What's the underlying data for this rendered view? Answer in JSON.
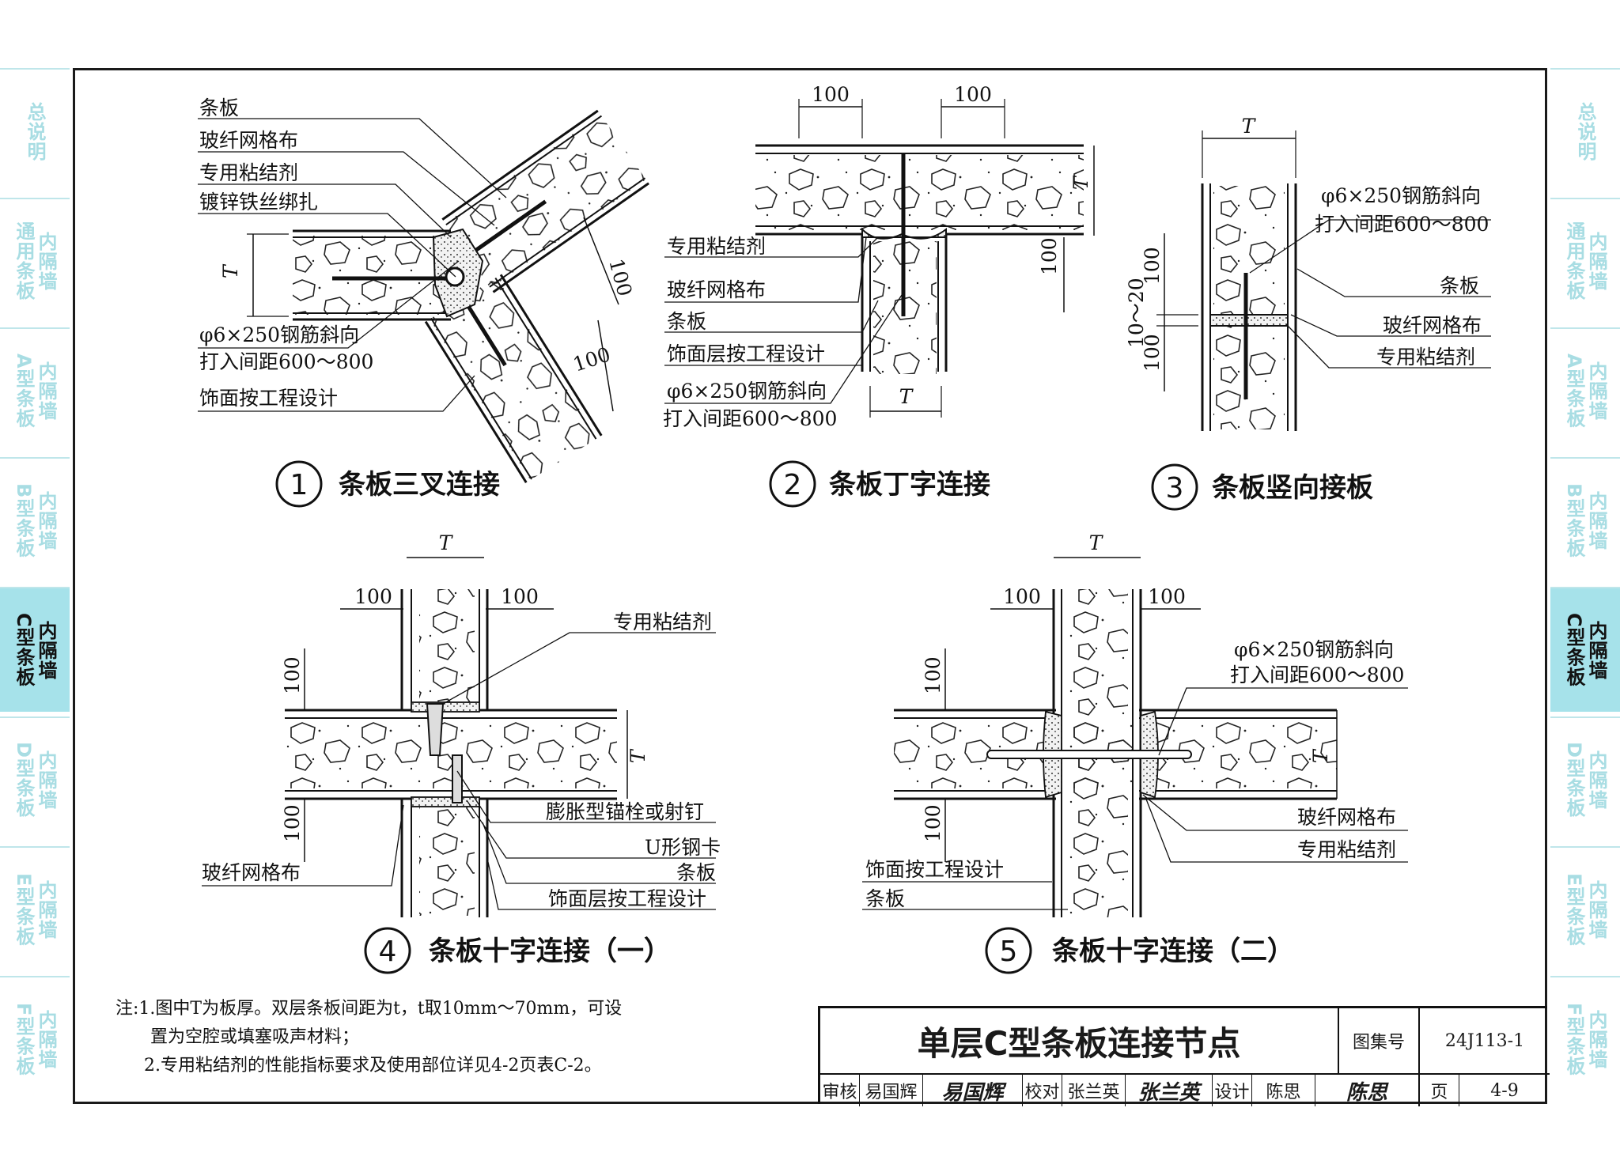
{
  "side_tabs_left": [
    {
      "label": "总说明",
      "active": false
    },
    {
      "label": "通用条板",
      "sub": "内隔墙",
      "active": false
    },
    {
      "label": "A型条板",
      "sub": "内隔墙",
      "active": false
    },
    {
      "label": "B型条板",
      "sub": "内隔墙",
      "active": false
    },
    {
      "label": "C型条板",
      "sub": "内隔墙",
      "active": true
    },
    {
      "label": "D型条板",
      "sub": "内隔墙",
      "active": false
    },
    {
      "label": "E型条板",
      "sub": "内隔墙",
      "active": false
    },
    {
      "label": "F型条板",
      "sub": "内隔墙",
      "active": false
    }
  ],
  "details": [
    {
      "num": "1",
      "title": "条板三叉连接",
      "labels": [
        "条板",
        "玻纤网格布",
        "专用粘结剂",
        "镀锌铁丝绑扎",
        "φ6×250钢筋斜向",
        "打入间距600～800",
        "饰面按工程设计"
      ],
      "dims": [
        "T",
        "100",
        "100"
      ]
    },
    {
      "num": "2",
      "title": "条板丁字连接",
      "labels": [
        "专用粘结剂",
        "玻纤网格布",
        "条板",
        "饰面层按工程设计",
        "φ6×250钢筋斜向",
        "打入间距600～800"
      ],
      "dims": [
        "100",
        "100",
        "T",
        "100",
        "T"
      ]
    },
    {
      "num": "3",
      "title": "条板竖向接板",
      "labels": [
        "φ6×250钢筋斜向",
        "打入间距600～800",
        "条板",
        "玻纤网格布",
        "专用粘结剂"
      ],
      "dims": [
        "T",
        "100",
        "10～20",
        "100"
      ]
    },
    {
      "num": "4",
      "title": "条板十字连接（一）",
      "labels": [
        "专用粘结剂",
        "膨胀型锚栓或射钉",
        "U形钢卡",
        "条板",
        "饰面层按工程设计",
        "玻纤网格布"
      ],
      "dims": [
        "T",
        "100",
        "100",
        "100",
        "T",
        "100"
      ]
    },
    {
      "num": "5",
      "title": "条板十字连接（二）",
      "labels": [
        "φ6×250钢筋斜向",
        "打入间距600～800",
        "玻纤网格布",
        "专用粘结剂",
        "饰面按工程设计",
        "条板"
      ],
      "dims": [
        "T",
        "100",
        "100",
        "100",
        "T",
        "100"
      ]
    }
  ],
  "notes": [
    "注:1.图中T为板厚。双层条板间距为t，t取10mm～70mm，可设",
    "置为空腔或填塞吸声材料；",
    "2.专用粘结剂的性能指标要求及使用部位详见4-2页表C-2。"
  ],
  "title_block": {
    "title": "单层C型条板连接节点",
    "atlas_label": "图集号",
    "atlas_no": "24J113-1",
    "review_label": "审核",
    "reviewer": "易国辉",
    "reviewer_sig": "易国辉",
    "check_label": "校对",
    "checker": "张兰英",
    "checker_sig": "张兰英",
    "design_label": "设计",
    "designer": "陈思",
    "designer_sig": "陈思",
    "page_label": "页",
    "page_no": "4-9"
  }
}
